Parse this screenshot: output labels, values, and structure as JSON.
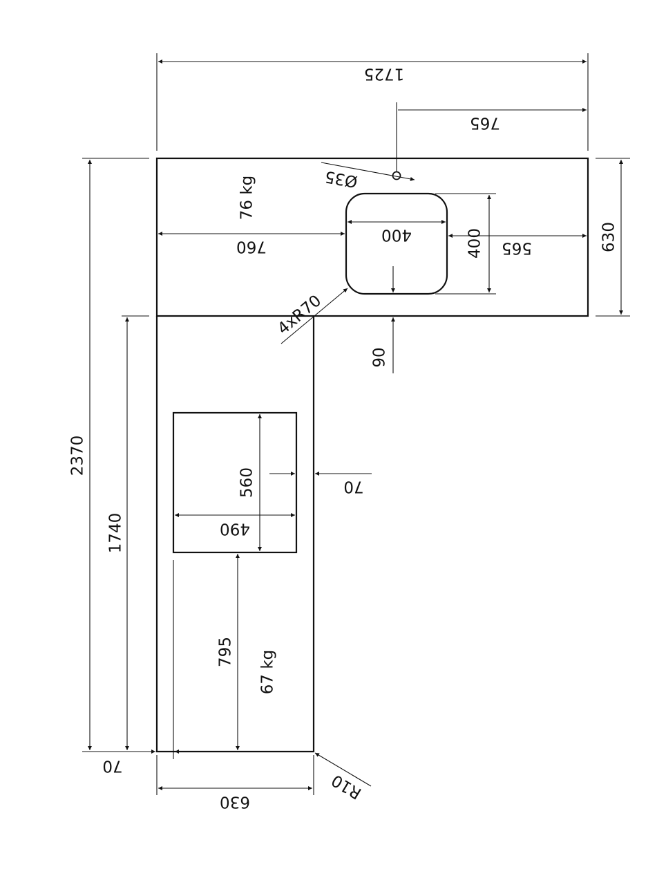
{
  "drawing": {
    "top_piece": {
      "weight": "76 kg",
      "overall_width": "1725",
      "faucet_offset": "765",
      "depth": "630",
      "sink_left_offset": "760",
      "sink_width": "400",
      "sink_height": "400",
      "sink_right_offset": "565",
      "faucet_hole": "Ø35",
      "corner_radius": "4xR70",
      "sink_front_offset": "90"
    },
    "side_piece": {
      "weight": "67 kg",
      "overall_length": "2370",
      "length": "1740",
      "cutout_height": "560",
      "cutout_width": "490",
      "cutout_edge_offset": "70",
      "cutout_end_offset": "795",
      "end_offset": "70",
      "width": "630",
      "corner_radius": "R10"
    }
  }
}
